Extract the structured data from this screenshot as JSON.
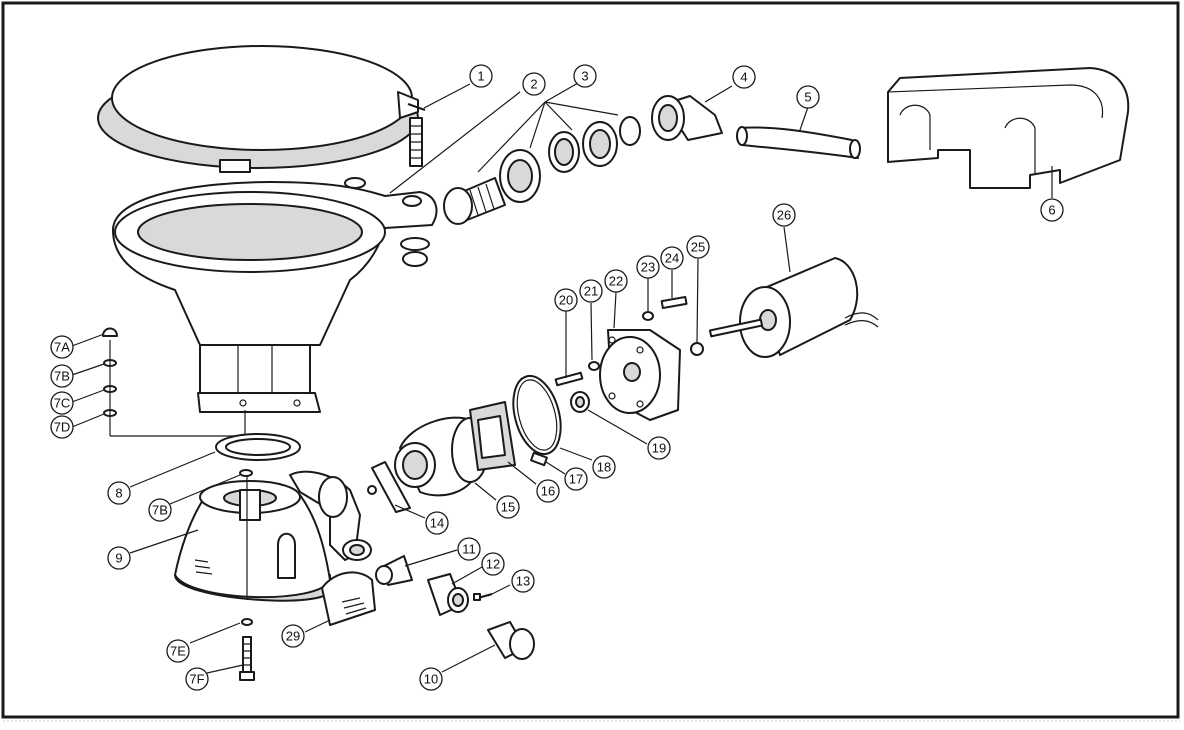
{
  "callouts": [
    {
      "id": "c1",
      "label": "1"
    },
    {
      "id": "c2",
      "label": "2"
    },
    {
      "id": "c3",
      "label": "3"
    },
    {
      "id": "c4",
      "label": "4"
    },
    {
      "id": "c5",
      "label": "5"
    },
    {
      "id": "c6",
      "label": "6"
    },
    {
      "id": "c7A",
      "label": "7A"
    },
    {
      "id": "c7B",
      "label": "7B"
    },
    {
      "id": "c7C",
      "label": "7C"
    },
    {
      "id": "c7D",
      "label": "7D"
    },
    {
      "id": "c8",
      "label": "8"
    },
    {
      "id": "c7B2",
      "label": "7B"
    },
    {
      "id": "c9",
      "label": "9"
    },
    {
      "id": "c7E",
      "label": "7E"
    },
    {
      "id": "c7F",
      "label": "7F"
    },
    {
      "id": "c29",
      "label": "29"
    },
    {
      "id": "c10",
      "label": "10"
    },
    {
      "id": "c11",
      "label": "11"
    },
    {
      "id": "c12",
      "label": "12"
    },
    {
      "id": "c13",
      "label": "13"
    },
    {
      "id": "c14",
      "label": "14"
    },
    {
      "id": "c15",
      "label": "15"
    },
    {
      "id": "c16",
      "label": "16"
    },
    {
      "id": "c17",
      "label": "17"
    },
    {
      "id": "c18",
      "label": "18"
    },
    {
      "id": "c19",
      "label": "19"
    },
    {
      "id": "c20",
      "label": "20"
    },
    {
      "id": "c21",
      "label": "21"
    },
    {
      "id": "c22",
      "label": "22"
    },
    {
      "id": "c23",
      "label": "23"
    },
    {
      "id": "c24",
      "label": "24"
    },
    {
      "id": "c25",
      "label": "25"
    },
    {
      "id": "c26",
      "label": "26"
    }
  ]
}
